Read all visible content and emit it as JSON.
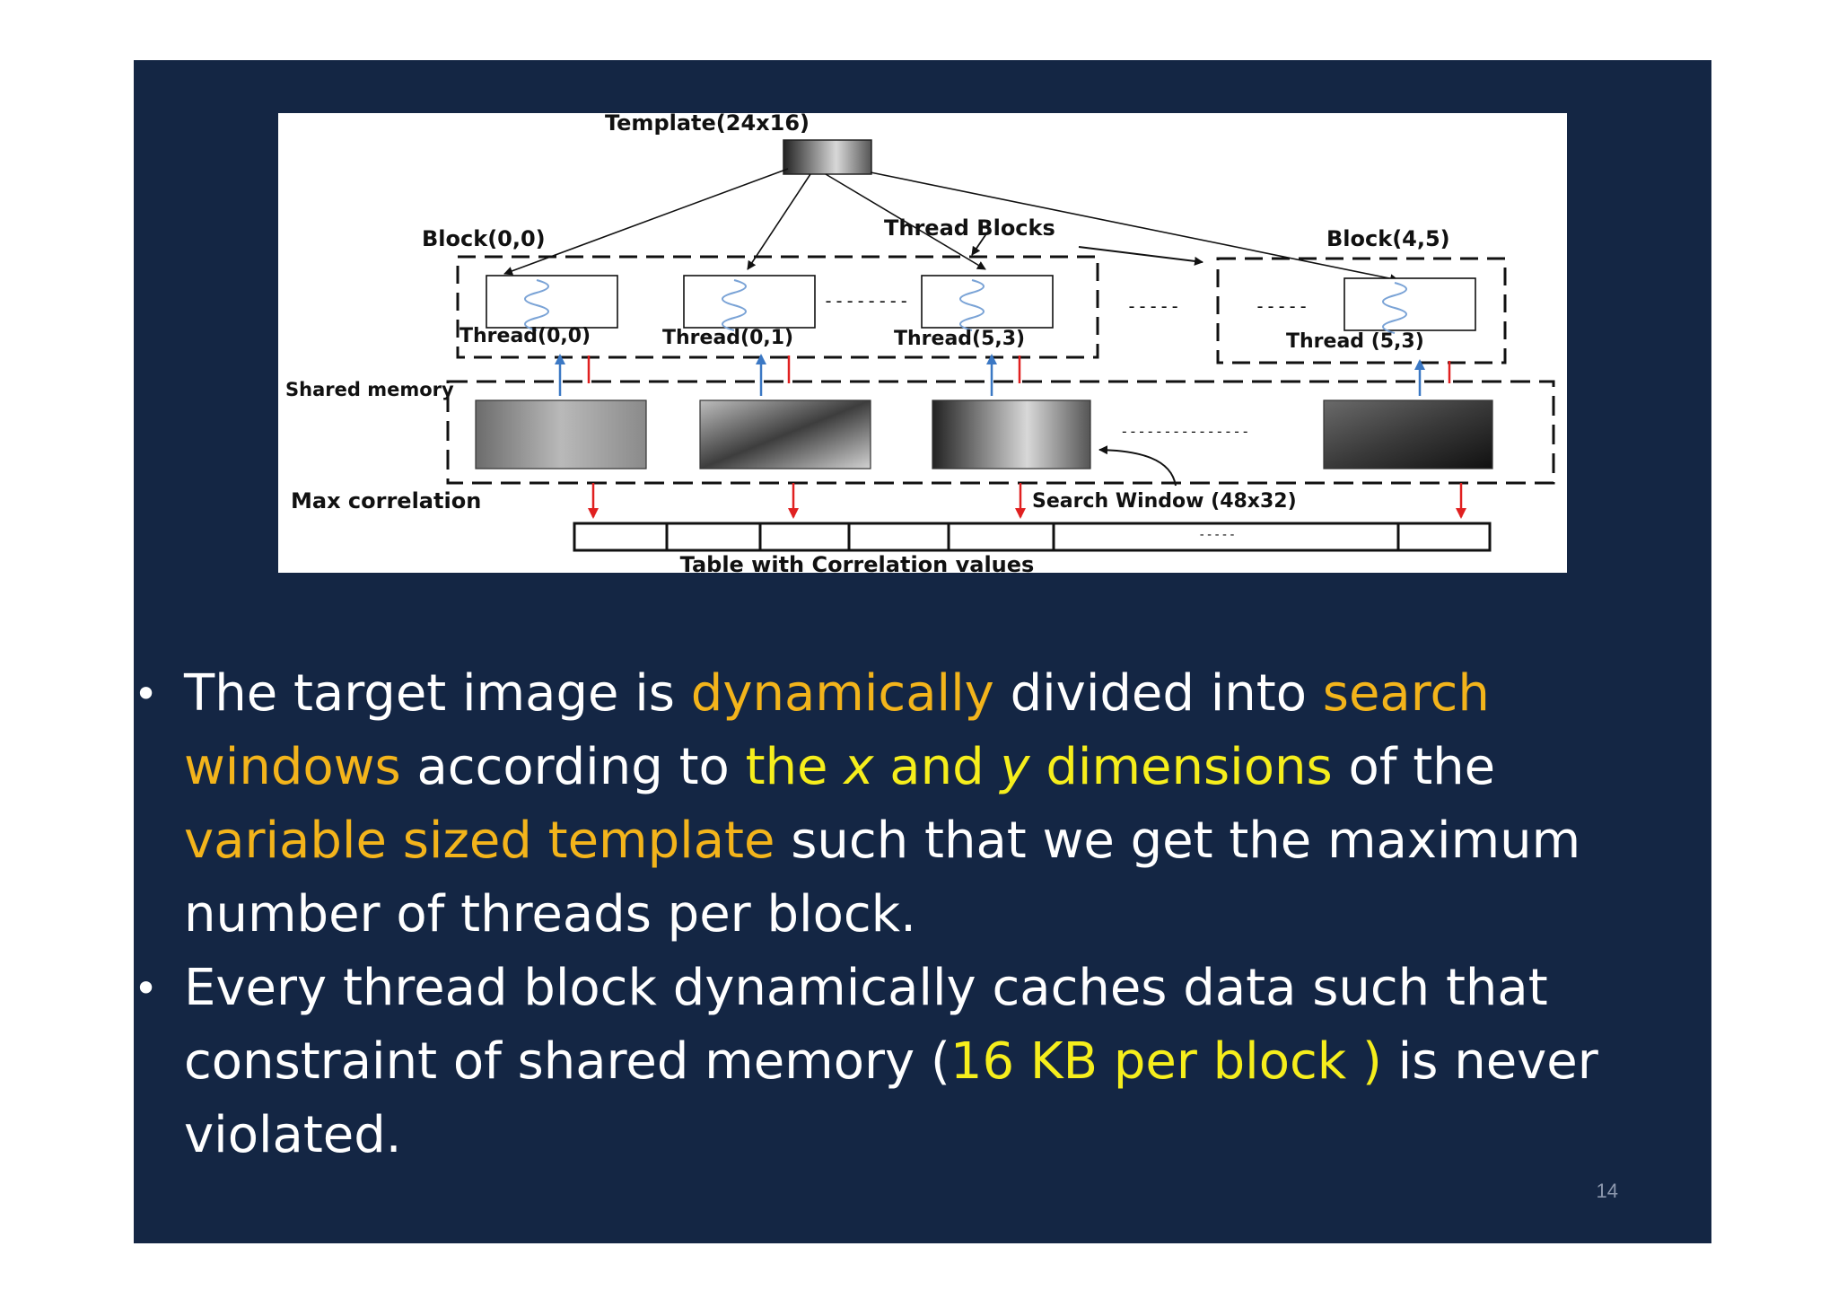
{
  "diagram": {
    "template_label": "Template(24x16)",
    "thread_blocks_label": "Thread Blocks",
    "block_first_label": "Block(0,0)",
    "block_last_label": "Block(4,5)",
    "thread_labels": [
      "Thread(0,0)",
      "Thread(0,1)",
      "Thread(5,3)",
      "Thread (5,3)"
    ],
    "thread_gap_dots": "--------",
    "block_gap_dots": "-----",
    "block_inner_dots": "-----",
    "shared_memory_label": "Shared memory",
    "max_correlation_label": "Max correlation",
    "search_window_label": "Search Window (48x32)",
    "window_gap_dots": "---------------",
    "table_gap_dots": "-----",
    "table_label": "Table with Correlation values"
  },
  "bullets": [
    {
      "segments": [
        {
          "text": "The target image is ",
          "style": "plain"
        },
        {
          "text": "dynamically",
          "style": "orange"
        },
        {
          "text": " divided into ",
          "style": "plain"
        },
        {
          "text": "search windows",
          "style": "orange"
        },
        {
          "text": " according to ",
          "style": "plain"
        },
        {
          "text": "the ",
          "style": "yellow"
        },
        {
          "text": "x",
          "style": "yellow-italic"
        },
        {
          "text": " and ",
          "style": "yellow"
        },
        {
          "text": "y",
          "style": "yellow-italic"
        },
        {
          "text": " dimensions",
          "style": "yellow"
        },
        {
          "text": " of the ",
          "style": "plain"
        },
        {
          "text": "variable sized template",
          "style": "orange"
        },
        {
          "text": " such that we get the maximum number of threads per block.",
          "style": "plain"
        }
      ]
    },
    {
      "segments": [
        {
          "text": "Every thread block dynamically caches data such that constraint of shared memory (",
          "style": "plain"
        },
        {
          "text": "16 KB per block )",
          "style": "yellow"
        },
        {
          "text": " is never violated.",
          "style": "plain"
        }
      ]
    }
  ],
  "page_number": "14",
  "colors": {
    "slide_bg": "#142644",
    "orange_highlight": "#f3b41b",
    "yellow_highlight": "#f6ee1c",
    "up_arrow": "#3b78c4",
    "down_arrow": "#e02020"
  },
  "icons": [
    "bullet-dot-icon",
    "sine-wave-icon",
    "arrow-icon"
  ]
}
